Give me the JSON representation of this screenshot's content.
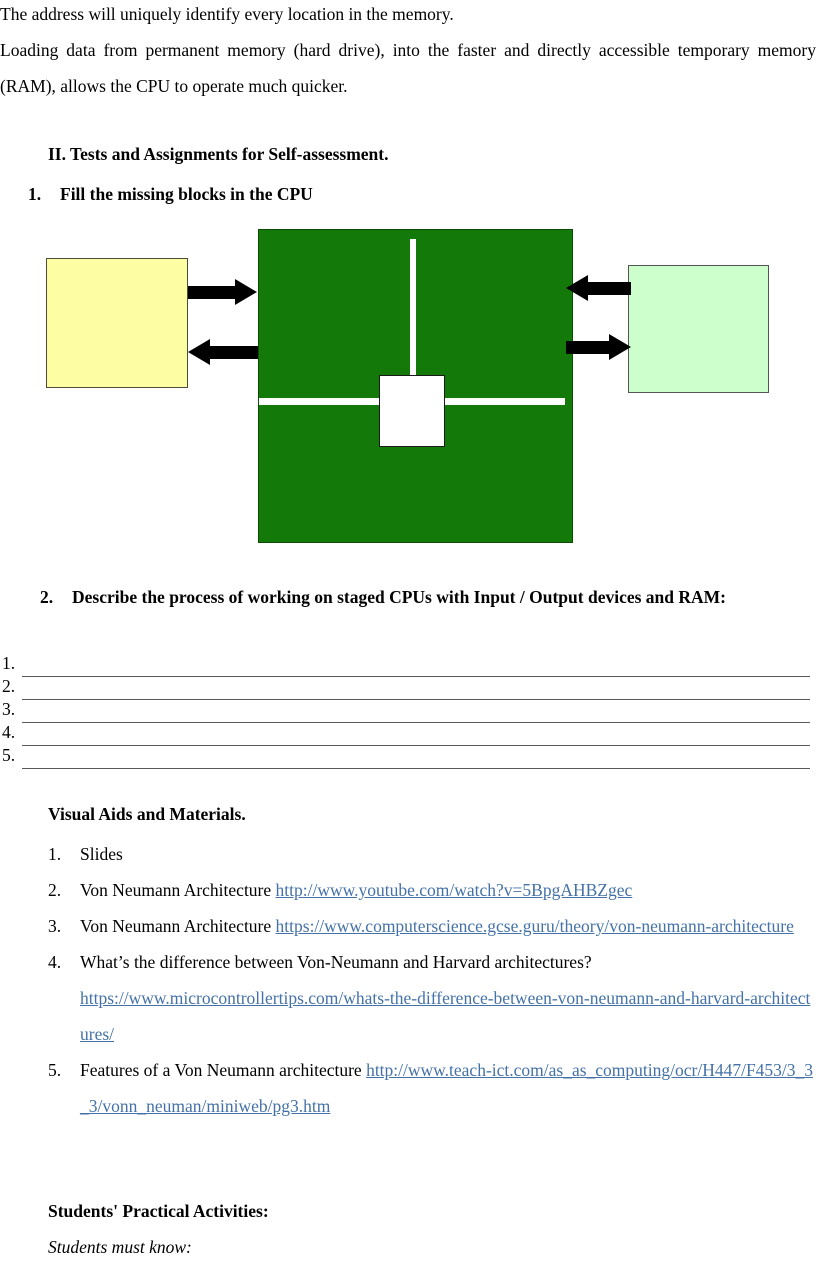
{
  "document": {
    "intro": {
      "paragraph_1": "The address will uniquely identify every location in the memory.",
      "paragraph_2": "Loading data from permanent memory (hard drive), into the faster and directly accessible temporary memory (RAM), allows the CPU to operate much quicker."
    },
    "section_heading": "II. Tests and Assignments for Self-assessment.",
    "tasks": [
      {
        "number": "1.",
        "text": "Fill the missing blocks in the CPU"
      },
      {
        "number": "2.",
        "text": "Describe the process of working on staged CPUs with Input / Output devices and RAM:"
      }
    ],
    "diagram": {
      "title": "cpu-block-diagram",
      "colors": {
        "cpu_block": "#137A09",
        "input_block": "#FDFDA4",
        "output_block": "#CCFFCC",
        "missing_block": "#FFFFFF",
        "arrow": "#000000"
      },
      "blocks": [
        {
          "name": "left-block",
          "label": "",
          "fill": "#FDFDA4"
        },
        {
          "name": "cpu-block",
          "label": "",
          "fill": "#137A09"
        },
        {
          "name": "right-block",
          "label": "",
          "fill": "#CCFFCC"
        },
        {
          "name": "missing-block",
          "label": "",
          "fill": "#FFFFFF"
        }
      ],
      "arrows": [
        {
          "name": "left-to-cpu",
          "direction": "right"
        },
        {
          "name": "cpu-to-left",
          "direction": "left"
        },
        {
          "name": "right-to-cpu",
          "direction": "left"
        },
        {
          "name": "cpu-to-right",
          "direction": "right"
        }
      ]
    },
    "answer_lines": [
      {
        "number": "1."
      },
      {
        "number": "2."
      },
      {
        "number": "3."
      },
      {
        "number": "4."
      },
      {
        "number": "5."
      }
    ],
    "visual_aids": {
      "heading": "Visual Aids and Materials.",
      "items": [
        {
          "number": "1.",
          "text": "Slides",
          "link": ""
        },
        {
          "number": "2.",
          "text": "Von Neumann Architecture ",
          "link": "http://www.youtube.com/watch?v=5BpgAHBZgec"
        },
        {
          "number": "3.",
          "text": "Von Neumann Architecture ",
          "link": "https://www.computerscience.gcse.guru/theory/von-neumann-architecture"
        },
        {
          "number": "4.",
          "text": "What’s the difference between Von-Neumann and Harvard architectures?",
          "link": "https://www.microcontrollertips.com/whats-the-difference-between-von-neumann-and-harvard-architectures/"
        },
        {
          "number": "5.",
          "text": "Features of a Von Neumann architecture  ",
          "link": "http://www.teach-ict.com/as_as_computing/ocr/H447/F453/3_3_3/vonn_neuman/miniweb/pg3.htm"
        }
      ]
    },
    "practical": {
      "heading": "Students' Practical Activities:",
      "subheading": "Students must know:"
    }
  }
}
